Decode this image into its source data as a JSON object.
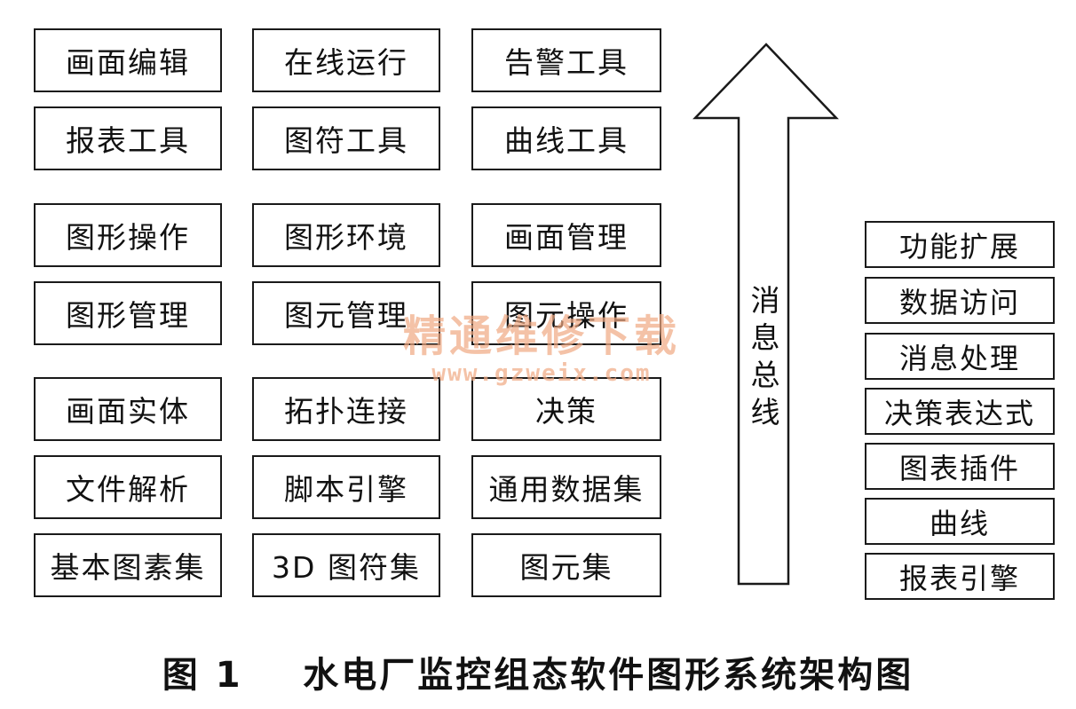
{
  "figure": {
    "caption": "图 1    水电厂监控组态软件图形系统架构图"
  },
  "module_grid": [
    [
      "画面编辑",
      "在线运行",
      "告警工具"
    ],
    [
      "报表工具",
      "图符工具",
      "曲线工具"
    ],
    [
      "图形操作",
      "图形环境",
      "画面管理"
    ],
    [
      "图形管理",
      "图元管理",
      "图元操作"
    ],
    [
      "画面实体",
      "拓扑连接",
      "决策"
    ],
    [
      "文件解析",
      "脚本引擎",
      "通用数据集"
    ],
    [
      "基本图素集",
      "3D 图符集",
      "图元集"
    ]
  ],
  "message_bus": {
    "label": "消息总线"
  },
  "extensions": [
    "功能扩展",
    "数据访问",
    "消息处理",
    "决策表达式",
    "图表插件",
    "曲线",
    "报表引擎"
  ],
  "watermark": {
    "title": "精通维修下载",
    "url": "www.gzweix.com"
  }
}
